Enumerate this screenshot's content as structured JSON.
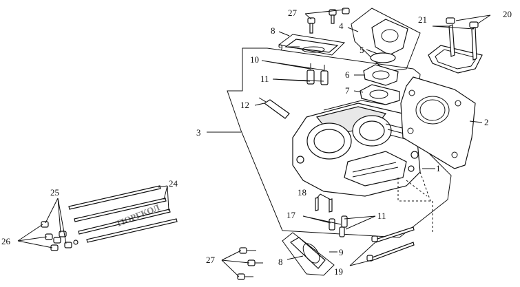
{
  "callouts": {
    "c1": "1",
    "c2": "2",
    "c3": "3",
    "c4": "4",
    "c5": "5",
    "c6": "6",
    "c7": "7",
    "c8_top": "8",
    "c8_bottom": "8",
    "c9_top": "9",
    "c9_bottom": "9",
    "c10": "10",
    "c11_upper": "11",
    "c11_lower": "11",
    "c12": "12",
    "c17": "17",
    "c18": "18",
    "c19": "19",
    "c20": "20",
    "c21": "21",
    "c24": "24",
    "c25": "25",
    "c26": "26",
    "c27_top": "27",
    "c27_bottom": "27"
  },
  "watermark": "ТЮРГКОЛ",
  "colors": {
    "line": "#111111",
    "watermark": "#e33b3b",
    "background": "#ffffff"
  }
}
